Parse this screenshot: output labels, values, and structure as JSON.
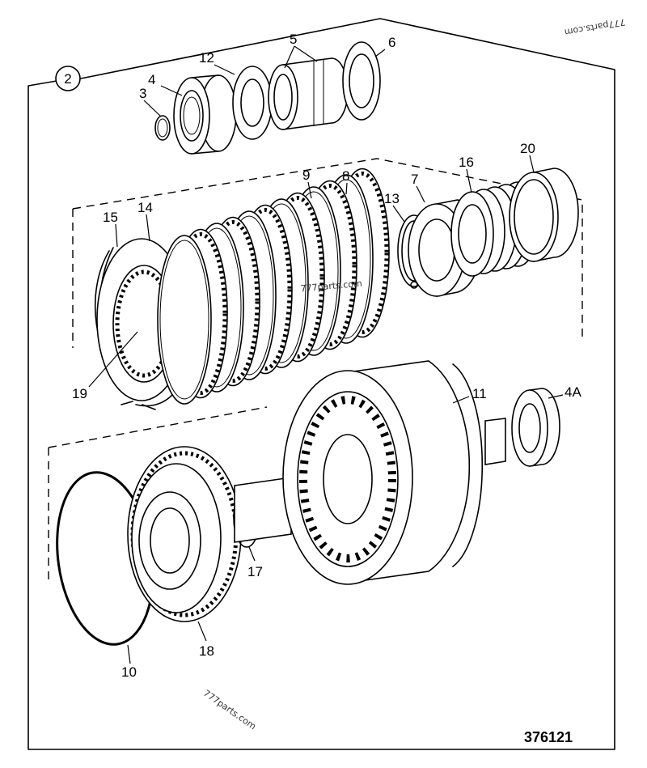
{
  "diagram": {
    "group_badge": "2",
    "figure_number": "376121",
    "watermarks": [
      "777parts.com",
      "777parts.com",
      "777parts.com"
    ],
    "callouts": {
      "c3": "3",
      "c4": "4",
      "c12": "12",
      "c5": "5",
      "c6": "6",
      "c15": "15",
      "c14": "14",
      "c9": "9",
      "c8": "8",
      "c7": "7",
      "c13": "13",
      "c16": "16",
      "c20": "20",
      "c19": "19",
      "c11": "11",
      "c4a": "4A",
      "c17": "17",
      "c10": "10",
      "c18": "18"
    }
  }
}
